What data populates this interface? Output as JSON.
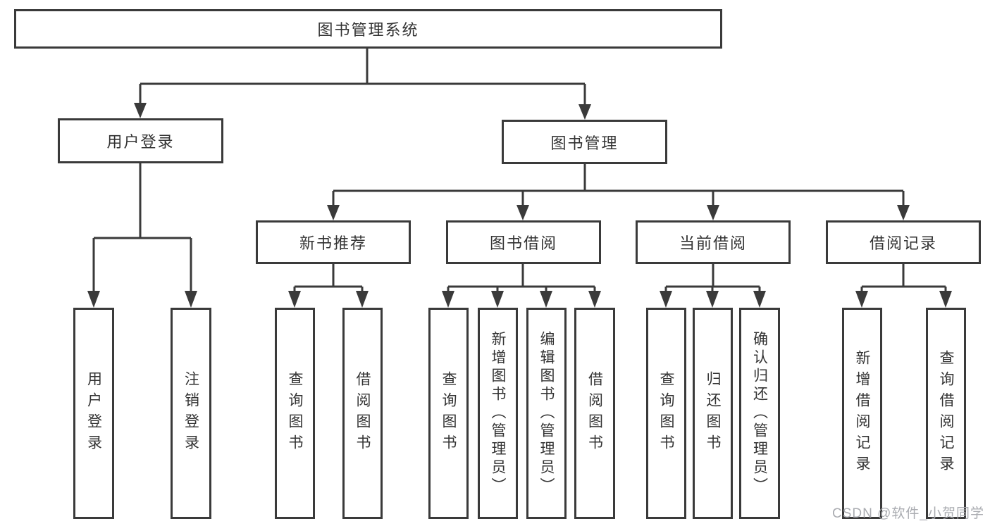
{
  "colors": {
    "line": "#3a3a3a",
    "text": "#333333",
    "box_fill": "#ffffff",
    "background": "#ffffff",
    "watermark": "#a5a8ad"
  },
  "watermark": "CSDN @软件_小贺同学",
  "tree": {
    "root": "图书管理系统",
    "user_login": {
      "label": "用户登录",
      "children": [
        "用户登录",
        "注销登录"
      ]
    },
    "book_management": {
      "label": "图书管理",
      "sections": [
        {
          "label": "新书推荐",
          "children": [
            "查询图书",
            "借阅图书"
          ]
        },
        {
          "label": "图书借阅",
          "children": [
            "查询图书",
            "新增图书（管理员）",
            "编辑图书（管理员）",
            "借阅图书"
          ]
        },
        {
          "label": "当前借阅",
          "children": [
            "查询图书",
            "归还图书",
            "确认归还（管理员）"
          ]
        },
        {
          "label": "借阅记录",
          "children": [
            "新增借阅记录",
            "查询借阅记录"
          ]
        }
      ]
    }
  }
}
